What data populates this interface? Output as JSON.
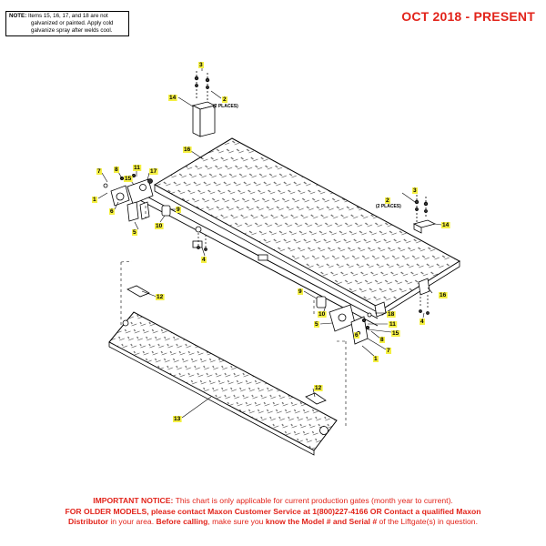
{
  "note": {
    "label": "NOTE:",
    "line1": "Items 15, 16, 17, and 18 are not",
    "line2": "galvanized or painted. Apply cold",
    "line3": "galvanize spray after welds cool."
  },
  "date_range": "OCT 2018 - PRESENT",
  "callouts": {
    "c1a": "1",
    "c1b": "1",
    "c2a": "2",
    "c2b": "2",
    "places_a": "(2 PLACES)",
    "places_b": "(2 PLACES)",
    "c3a": "3",
    "c3b": "3",
    "c4a": "4",
    "c4b": "4",
    "c5a": "5",
    "c5b": "5",
    "c6a": "6",
    "c6b": "6",
    "c7a": "7",
    "c7b": "7",
    "c8a": "8",
    "c8b": "8",
    "c9a": "9",
    "c9b": "9",
    "c10a": "10",
    "c10b": "10",
    "c11a": "11",
    "c11b": "11",
    "c12a": "12",
    "c12b": "12",
    "c13": "13",
    "c14a": "14",
    "c14b": "14",
    "c15a": "15",
    "c15b": "15",
    "c16a": "16",
    "c16b": "16",
    "c17": "17",
    "c18": "18"
  },
  "notice": {
    "l1_bold": "IMPORTANT NOTICE:",
    "l1_rest": " This chart is only applicable for current production gates (month year to current).",
    "l2_bold": "FOR OLDER MODELS, please contact Maxon Customer Service at 1(800)227-4166 OR Contact a qualified Maxon",
    "l3_bold1": "Distributor",
    "l3_rest1": " in your area. ",
    "l3_bold2": "Before calling",
    "l3_rest2": ", make sure you ",
    "l3_bold3": "know the Model # and Serial #",
    "l3_rest3": " of the Liftgate(s) in question."
  },
  "colors": {
    "accent_red": "#e2231a",
    "callout_yellow": "#f4ef42",
    "line": "#000000"
  }
}
